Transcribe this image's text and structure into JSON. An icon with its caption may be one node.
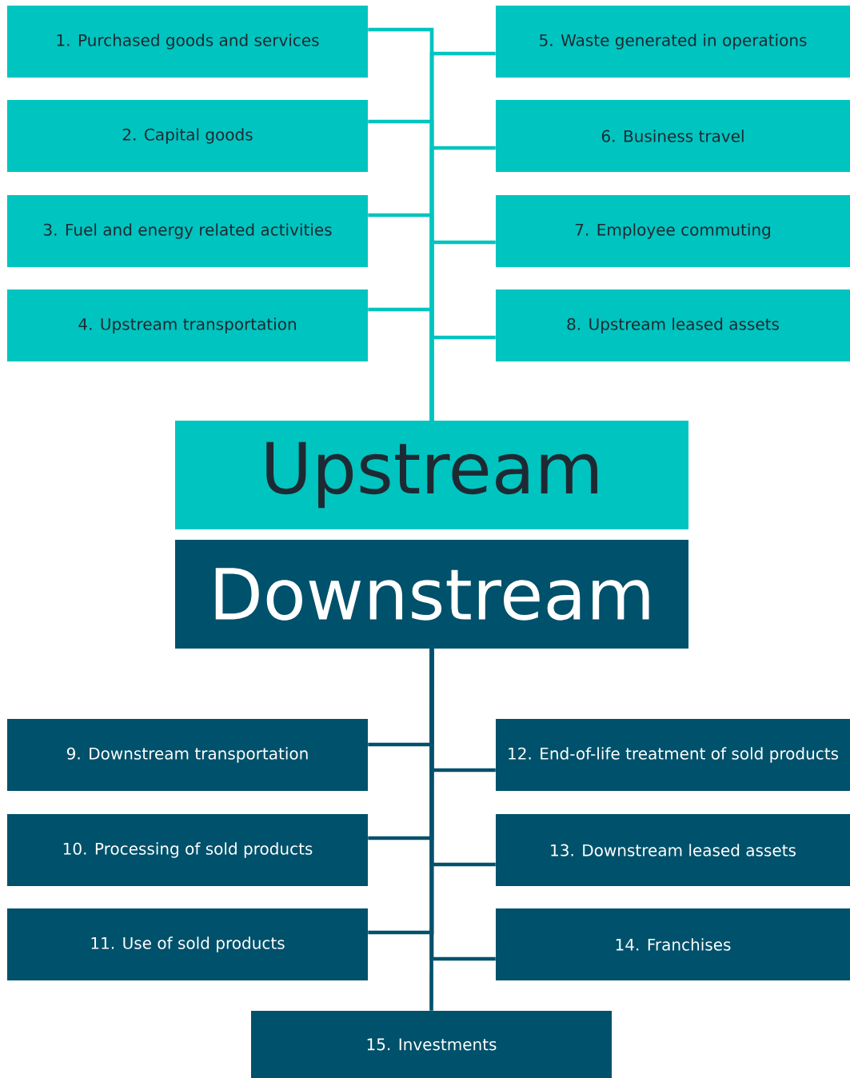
{
  "diagram": {
    "nodes": [
      {
        "text": [
          "1. Purchased goods and services"
        ]
      },
      {
        "text": [
          "2. Capital goods"
        ]
      },
      {
        "text": [
          "3. Fuel and energy related activities"
        ]
      },
      {
        "text": [
          "4. Upstream transportation"
        ]
      },
      {
        "text": [
          "5. Waste generated in operations"
        ]
      },
      {
        "text": [
          "6. Business travel"
        ]
      },
      {
        "text": [
          "7. Employee commuting"
        ]
      },
      {
        "text": [
          "8. Upstream leased assets"
        ]
      },
      {
        "text": [
          "Upstream"
        ]
      },
      {
        "text": [
          "Downstream"
        ]
      },
      {
        "text": [
          "9. Downstream transportation"
        ]
      },
      {
        "text": [
          "10. Processing of sold products"
        ]
      },
      {
        "text": [
          "11. Use of sold products"
        ]
      },
      {
        "text": [
          "12. End-of-life treatment of sold products"
        ]
      },
      {
        "text": [
          "13. Downstream leased assets"
        ]
      },
      {
        "text": [
          "14. Franchises"
        ]
      },
      {
        "text": [
          "15. Investments"
        ]
      }
    ],
    "edges": [
      {
        "from": 0,
        "to": 8,
        "arrow": "none"
      },
      {
        "from": 1,
        "to": 8,
        "arrow": "none"
      },
      {
        "from": 2,
        "to": 8,
        "arrow": "none"
      },
      {
        "from": 3,
        "to": 8,
        "arrow": "none"
      },
      {
        "from": 4,
        "to": 8,
        "arrow": "none"
      },
      {
        "from": 5,
        "to": 8,
        "arrow": "none"
      },
      {
        "from": 6,
        "to": 8,
        "arrow": "none"
      },
      {
        "from": 7,
        "to": 8,
        "arrow": "none"
      },
      {
        "from": 9,
        "to": 10,
        "arrow": "none",
        "color": "#00516b"
      },
      {
        "from": 9,
        "to": 11,
        "arrow": "none",
        "color": "#00516b"
      },
      {
        "from": 9,
        "to": 12,
        "arrow": "none",
        "color": "#00516b"
      },
      {
        "from": 9,
        "to": 13,
        "arrow": "none",
        "color": "#00516b"
      },
      {
        "from": 9,
        "to": 14,
        "arrow": "none",
        "color": "#00516b"
      },
      {
        "from": 9,
        "to": 15,
        "arrow": "none",
        "color": "#00516b"
      },
      {
        "from": 9,
        "to": 16,
        "arrow": "none",
        "color": "#00516b"
      }
    ]
  }
}
